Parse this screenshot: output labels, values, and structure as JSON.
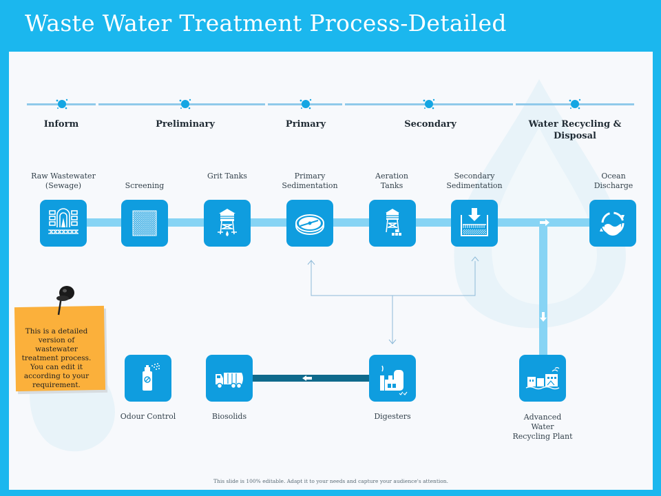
{
  "title": "Waste Water Treatment Process-Detailed",
  "footer": "This slide is 100% editable. Adapt it to your needs and capture your audience's attention.",
  "colors": {
    "background": "#1bb7ee",
    "box": "#0f9ddf",
    "pipe": "#87d4f4",
    "note": "#fbb03b",
    "dark_pipe": "#0f6a8c"
  },
  "stages": [
    "Inform",
    "Preliminary",
    "Primary",
    "Secondary",
    "Water Recycling & Disposal"
  ],
  "processes": {
    "raw": "Raw Wastewater (Sewage)",
    "screening": "Screening",
    "grit": "Grit Tanks",
    "primary_sed": "Primary Sedimentation",
    "aeration": "Aeration Tanks",
    "secondary_sed": "Secondary Sedimentation",
    "ocean": "Ocean Discharge",
    "odour": "Odour Control",
    "biosolids": "Biosolids",
    "digesters": "Digesters",
    "recycling_plant": "Advanced Water Recycling Plant"
  },
  "icons": {
    "raw": "sewer-pipe-icon",
    "screening": "screen-mesh-icon",
    "grit": "water-tower-icon",
    "primary_sed": "settling-tank-icon",
    "aeration": "aeration-tower-icon",
    "secondary_sed": "sedimentation-basin-icon",
    "ocean": "recycle-water-icon",
    "odour": "spray-can-icon",
    "biosolids": "truck-icon",
    "digesters": "factory-icon",
    "recycling_plant": "treatment-plant-icon"
  },
  "note": "This is a detailed version of wastewater treatment process. You can edit it according to your requirement."
}
